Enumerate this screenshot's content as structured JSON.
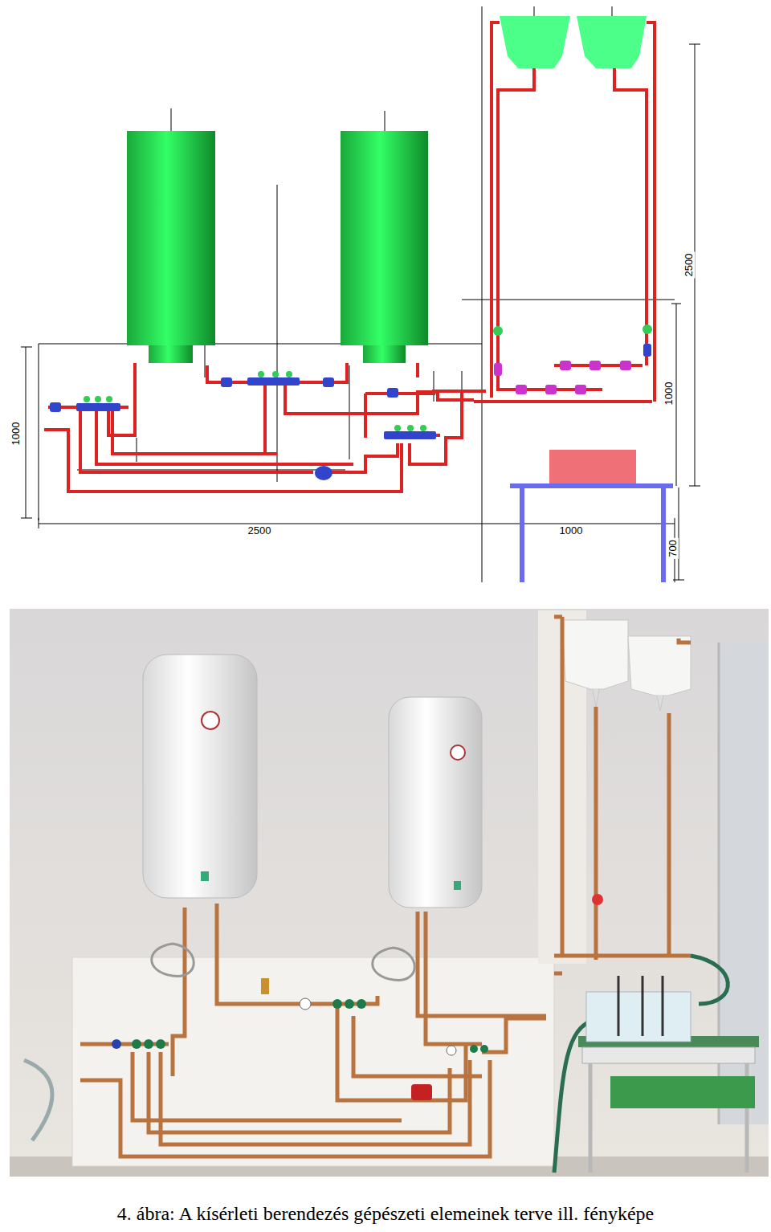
{
  "diagram": {
    "caption": "4. ábra: A kísérleti berendezés gépészeti elemeinek terve ill. fényképe",
    "labels": [
      "2500",
      "1000",
      "1000",
      "2500",
      "1000",
      "700"
    ]
  }
}
